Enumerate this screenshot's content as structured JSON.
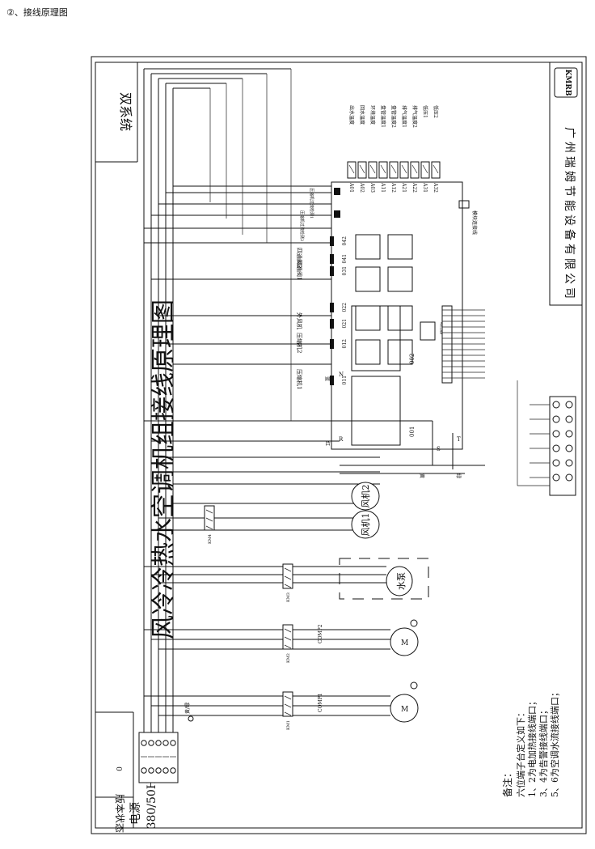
{
  "section_heading": "②、接线原理图",
  "diagram": {
    "title": "风冷冷热水空调机组接线原理图",
    "system_label": "双系统",
    "company": "广州瑞姆节能设备有限公司",
    "logo_text": "KMRB",
    "revision_label": "版本状态",
    "revision_value": "0",
    "power_label": "电源",
    "power_spec": "380/50Hz",
    "ground_note": "黄/绿",
    "notes": {
      "title": "备注：",
      "lines": [
        "六位端子台定义如下：",
        "1、2为电加热接线端口；",
        "3、4为告警接线端口；",
        "5、6为空调水流接线端口；"
      ]
    },
    "motors": {
      "comp1": "COMP1",
      "comp2": "COMP2",
      "pump": "水泵",
      "fan1": "风机1",
      "fan2": "风机2",
      "motor_symbol": "M"
    },
    "contactors": [
      "KM1",
      "KM2",
      "KM3",
      "KM4"
    ],
    "controller": {
      "module_label": "模块连接线",
      "board_labels": [
        "001",
        "002"
      ],
      "relay_outputs": [
        {
          "pin": "011",
          "label": "压缩机1"
        },
        {
          "pin": "012",
          "label": "压缩机2"
        },
        {
          "pin": "021",
          "label": "外风机"
        },
        {
          "pin": "022",
          "label": ""
        },
        {
          "pin": "031",
          "label": "四通阀1"
        },
        {
          "pin": "041",
          "label": "四通阀2"
        },
        {
          "pin": "042",
          "label": ""
        }
      ],
      "alarm_labels": [
        "压缩机过流检测1",
        "压缩机过流检测2"
      ],
      "analog_inputs": [
        {
          "pin": "A01",
          "label": "出水温度"
        },
        {
          "pin": "A02",
          "label": "回水温度"
        },
        {
          "pin": "A03",
          "label": "环境温度"
        },
        {
          "pin": "A11",
          "label": "盘管温度1"
        },
        {
          "pin": "A12",
          "label": "盘管温度2"
        },
        {
          "pin": "A21",
          "label": "排气温度1"
        },
        {
          "pin": "A22",
          "label": "排气温度2"
        },
        {
          "pin": "A31",
          "label": "低压1"
        },
        {
          "pin": "A32",
          "label": "低压2"
        }
      ],
      "phase_labels": [
        "R",
        "S",
        "T",
        "N"
      ],
      "wire_colors": [
        "红",
        "黄",
        "绿",
        "蓝"
      ],
      "display_label": "线控器"
    }
  }
}
